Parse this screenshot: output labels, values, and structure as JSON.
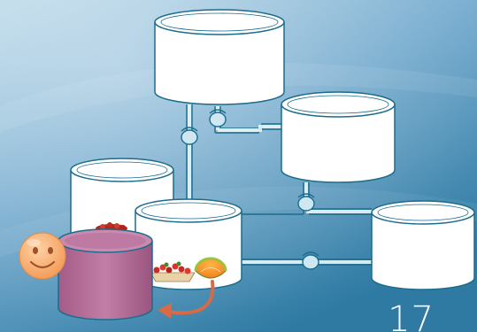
{
  "slide": {
    "page_number": "17",
    "colors": {
      "background_top": "#9fc4dc",
      "background_bottom": "#3f87ad",
      "pipe": "#1a6d8c",
      "pipe_light": "#e8f5fa",
      "replica_fill": "#ffffff",
      "user_db_fill": "#b46f96",
      "user_db_outline": "#1a6d8c",
      "smiley": "#f6a868",
      "arrow": "#d86a46"
    }
  },
  "diagram": {
    "nodes": [
      {
        "id": "db-top"
      },
      {
        "id": "db-right-middle"
      },
      {
        "id": "db-left-back"
      },
      {
        "id": "db-center"
      },
      {
        "id": "db-far-right"
      },
      {
        "id": "db-user"
      }
    ],
    "links": [
      {
        "from": "db-top",
        "to": "db-center"
      },
      {
        "from": "db-top",
        "to": "db-right-middle"
      },
      {
        "from": "db-right-middle",
        "to": "db-center"
      },
      {
        "from": "db-center",
        "to": "db-far-right"
      }
    ],
    "icons": [
      "smiley-face-icon",
      "fruit-basket-icon",
      "melon-slice-icon",
      "curved-arrow-icon"
    ]
  }
}
